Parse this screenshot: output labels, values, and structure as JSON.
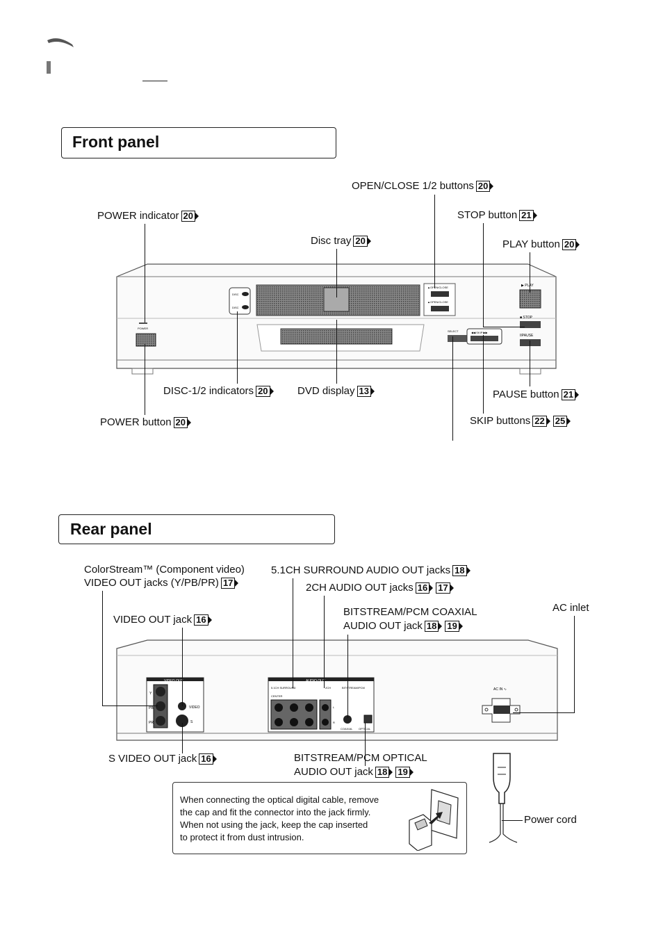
{
  "front_panel": {
    "title": "Front panel",
    "labels": {
      "open_close": {
        "text": "OPEN/CLOSE 1/2 buttons",
        "refs": [
          "20"
        ]
      },
      "power_indicator": {
        "text": "POWER indicator",
        "refs": [
          "20"
        ]
      },
      "stop": {
        "text": "STOP button",
        "refs": [
          "21"
        ]
      },
      "disc_tray": {
        "text": "Disc tray",
        "refs": [
          "20"
        ]
      },
      "play": {
        "text": "PLAY button",
        "refs": [
          "20"
        ]
      },
      "disc_indicators": {
        "text": "DISC-1/2 indicators",
        "refs": [
          "20"
        ]
      },
      "dvd_display": {
        "text": "DVD display",
        "refs": [
          "13"
        ]
      },
      "pause": {
        "text": "PAUSE button",
        "refs": [
          "21"
        ]
      },
      "power_button": {
        "text": "POWER button",
        "refs": [
          "20"
        ]
      },
      "skip": {
        "text": "SKIP buttons",
        "refs": [
          "22",
          "25"
        ]
      }
    }
  },
  "rear_panel": {
    "title": "Rear panel",
    "labels": {
      "colorstream_1": {
        "text": "ColorStream™ (Component video)"
      },
      "colorstream_2": {
        "text": "VIDEO OUT jacks (Y/PB/PR)",
        "refs": [
          "17"
        ]
      },
      "surround": {
        "text": "5.1CH SURROUND AUDIO OUT jacks",
        "refs": [
          "18"
        ]
      },
      "two_ch": {
        "text": "2CH AUDIO OUT jacks",
        "refs": [
          "16",
          "17"
        ]
      },
      "ac_inlet": {
        "text": "AC inlet"
      },
      "video_out": {
        "text": "VIDEO OUT jack",
        "refs": [
          "16"
        ]
      },
      "coaxial_1": {
        "text": "BITSTREAM/PCM COAXIAL"
      },
      "coaxial_2": {
        "text": "AUDIO OUT jack",
        "refs": [
          "18",
          "19"
        ]
      },
      "s_video": {
        "text": "S VIDEO OUT jack",
        "refs": [
          "16"
        ]
      },
      "optical_1": {
        "text": "BITSTREAM/PCM OPTICAL"
      },
      "optical_2": {
        "text": "AUDIO OUT jack",
        "refs": [
          "18",
          "19"
        ]
      },
      "power_cord": {
        "text": "Power cord"
      }
    },
    "device_text": {
      "video_out": "VIDEO OUT",
      "audio_out": "AUDIO OUT",
      "surround": "5.1CH SURROUND",
      "two_ch": "2CH",
      "bitstream": "BITSTREAM/PCM",
      "center": "CENTER",
      "coaxial": "COAXIAL",
      "optical": "OPTICAL",
      "ac_in": "AC IN ∿",
      "video": "VIDEO",
      "s": "S",
      "y": "Y",
      "pb": "PB",
      "pr": "PR",
      "l": "L",
      "r": "R"
    },
    "note": [
      "When connecting the optical digital cable, remove",
      "the cap and fit the connector into the jack firmly.",
      "When not using the jack, keep the cap inserted",
      "to protect it from dust intrusion."
    ]
  },
  "front_device_text": {
    "power": "POWER",
    "play": "▶ PLAY",
    "stop": "■ STOP",
    "pause": "IIPAUSE",
    "skip": "◀◀ SKIP ▶▶",
    "open_close": "▲OPEN/CLOSE",
    "disc": "DISC",
    "select": "SELECT"
  }
}
